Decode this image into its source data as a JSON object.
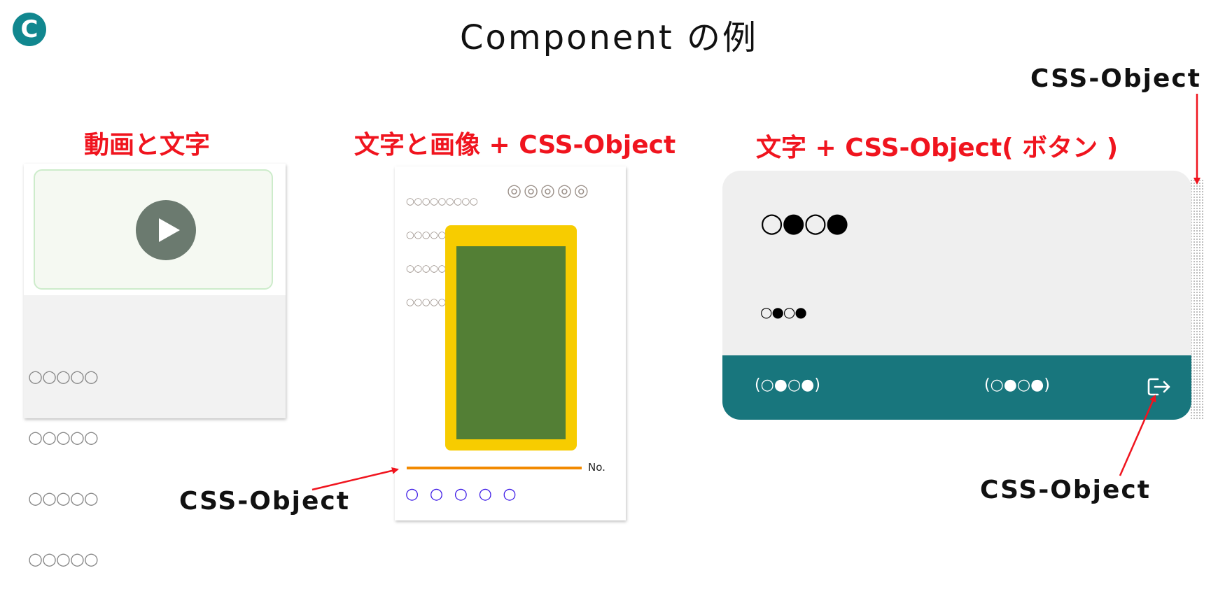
{
  "logo": {
    "letter": "C"
  },
  "title": "Component の例",
  "sections": {
    "video_text": "動画と文字",
    "text_image": "文字と画像 + CSS-Object",
    "text_button": "文字 + CSS-Object( ボタン )"
  },
  "card1": {
    "dot_rows": [
      "○○○○○",
      "○○○○○",
      "○○○○○",
      "○○○○○"
    ]
  },
  "card2": {
    "small_dot_rows": [
      "○○○○○○○○○",
      "○○○○○○○○○",
      "○○○○○○○○○",
      "○○○○○○○○○"
    ],
    "ring_icons": "◎◎◎◎◎",
    "no_label": "No.",
    "bottom_circles": "○ ○ ○ ○ ○"
  },
  "card3": {
    "title_placeholder": "○●○●",
    "subtitle_placeholder": "○●○●",
    "button_left": "(○●○●)",
    "button_right": "(○●○●)"
  },
  "callouts": {
    "left": "CSS-Object",
    "top_right": "CSS-Object",
    "bottom_right": "CSS-Object"
  },
  "colors": {
    "logo": "#11878f",
    "label_red": "#f0141e",
    "yellow": "#f7cc00",
    "green": "#537f35",
    "orange": "#f28a00",
    "blue": "#3a17e6",
    "teal": "#18767d"
  },
  "icons": {
    "play": "play-icon",
    "logout": "logout-icon"
  }
}
